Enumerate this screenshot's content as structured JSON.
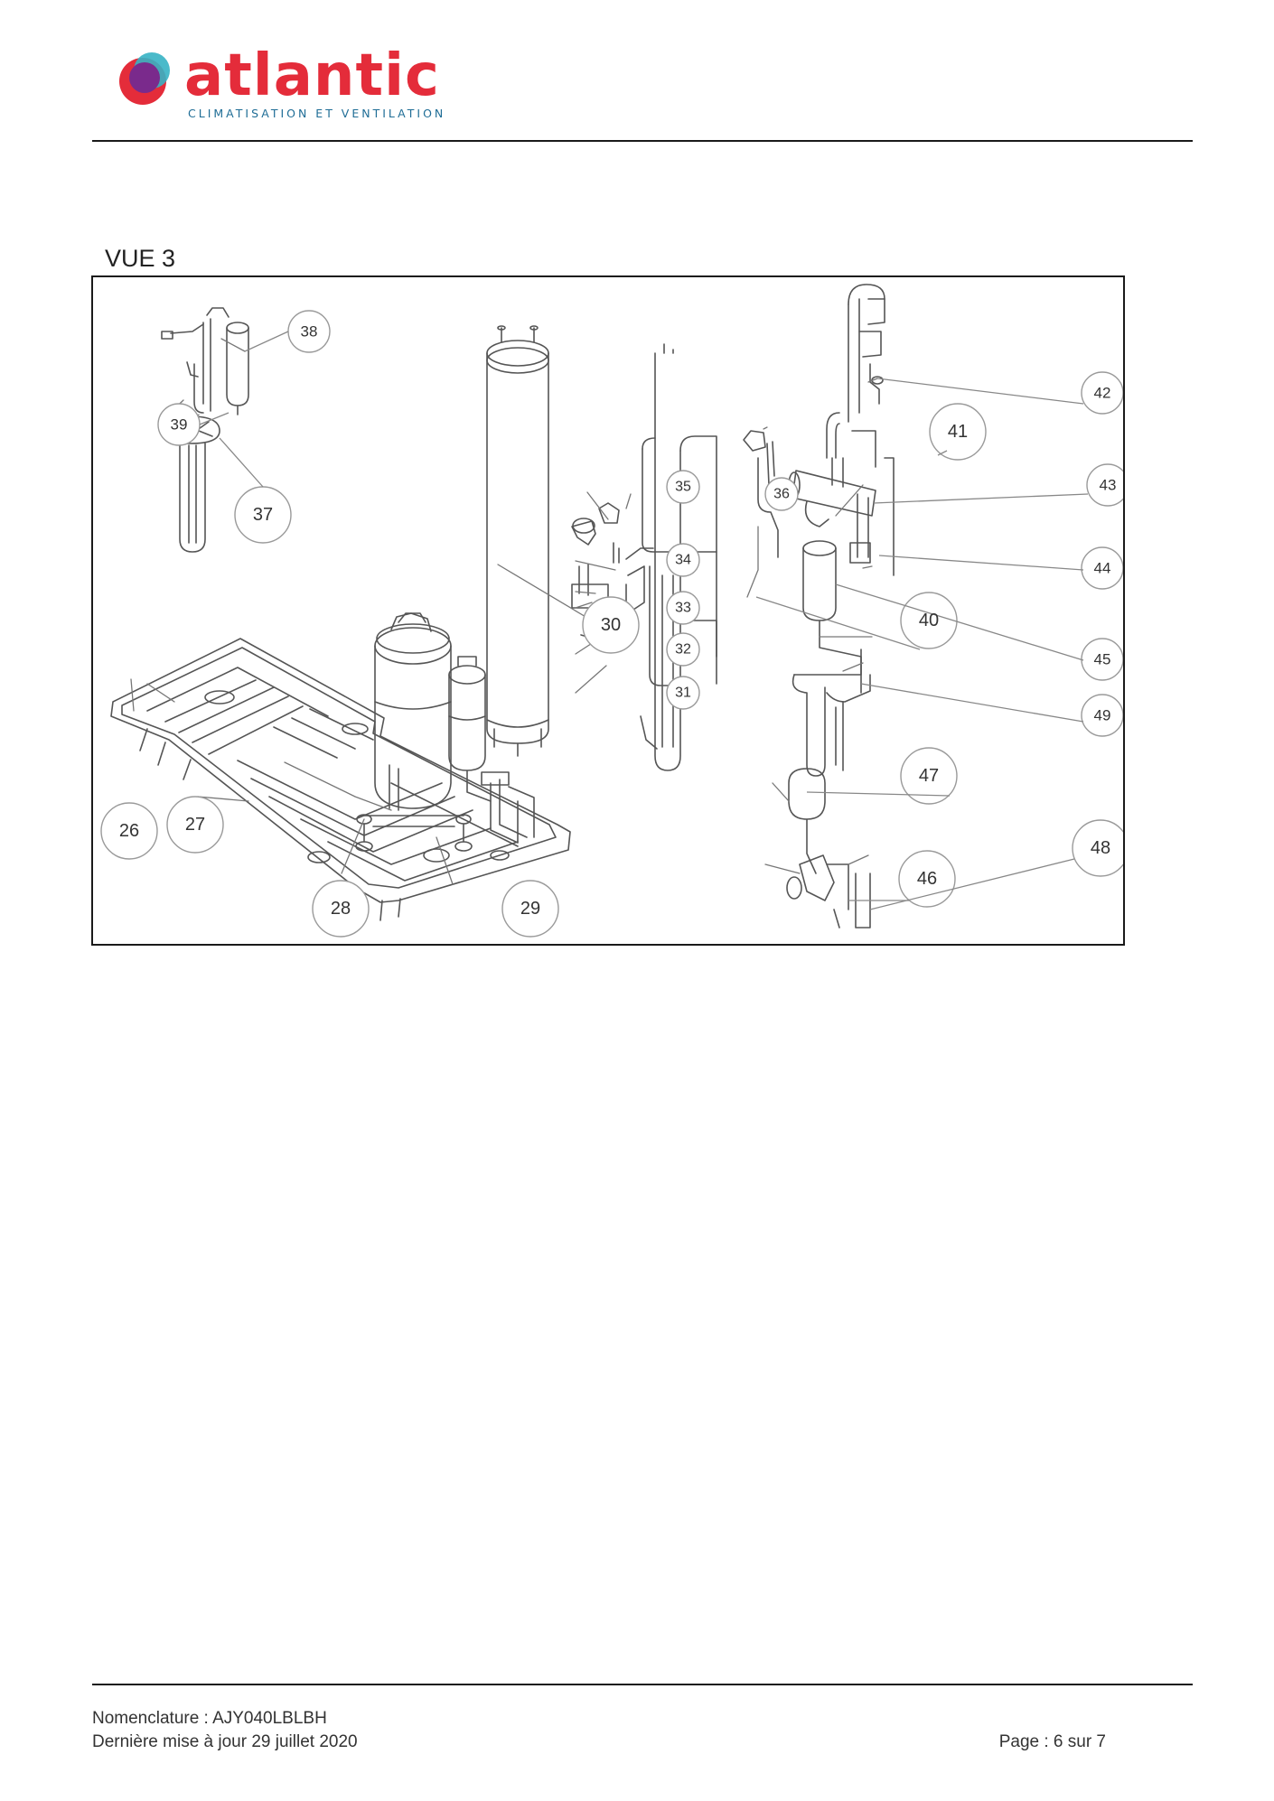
{
  "header": {
    "brand": "atlantic",
    "tagline": "CLIMATISATION ET VENTILATION",
    "colors": {
      "brand_red": "#e42c3a",
      "brand_blue": "#1f6d96",
      "brand_purple": "#7a2a8c",
      "brand_teal": "#36b3c4"
    }
  },
  "view": {
    "title": "VUE 3"
  },
  "callouts": {
    "c26": "26",
    "c27": "27",
    "c28": "28",
    "c29": "29",
    "c30": "30",
    "c31": "31",
    "c32": "32",
    "c33": "33",
    "c34": "34",
    "c35": "35",
    "c36": "36",
    "c37": "37",
    "c38": "38",
    "c39": "39",
    "c40": "40",
    "c41": "41",
    "c42": "42",
    "c43": "43",
    "c44": "44",
    "c45": "45",
    "c46": "46",
    "c47": "47",
    "c48": "48",
    "c49": "49"
  },
  "footer": {
    "nomenclature": "Nomenclature : AJY040LBLBH",
    "updated": "Dernière mise à jour 29 juillet 2020",
    "page": "Page : 6 sur 7"
  }
}
